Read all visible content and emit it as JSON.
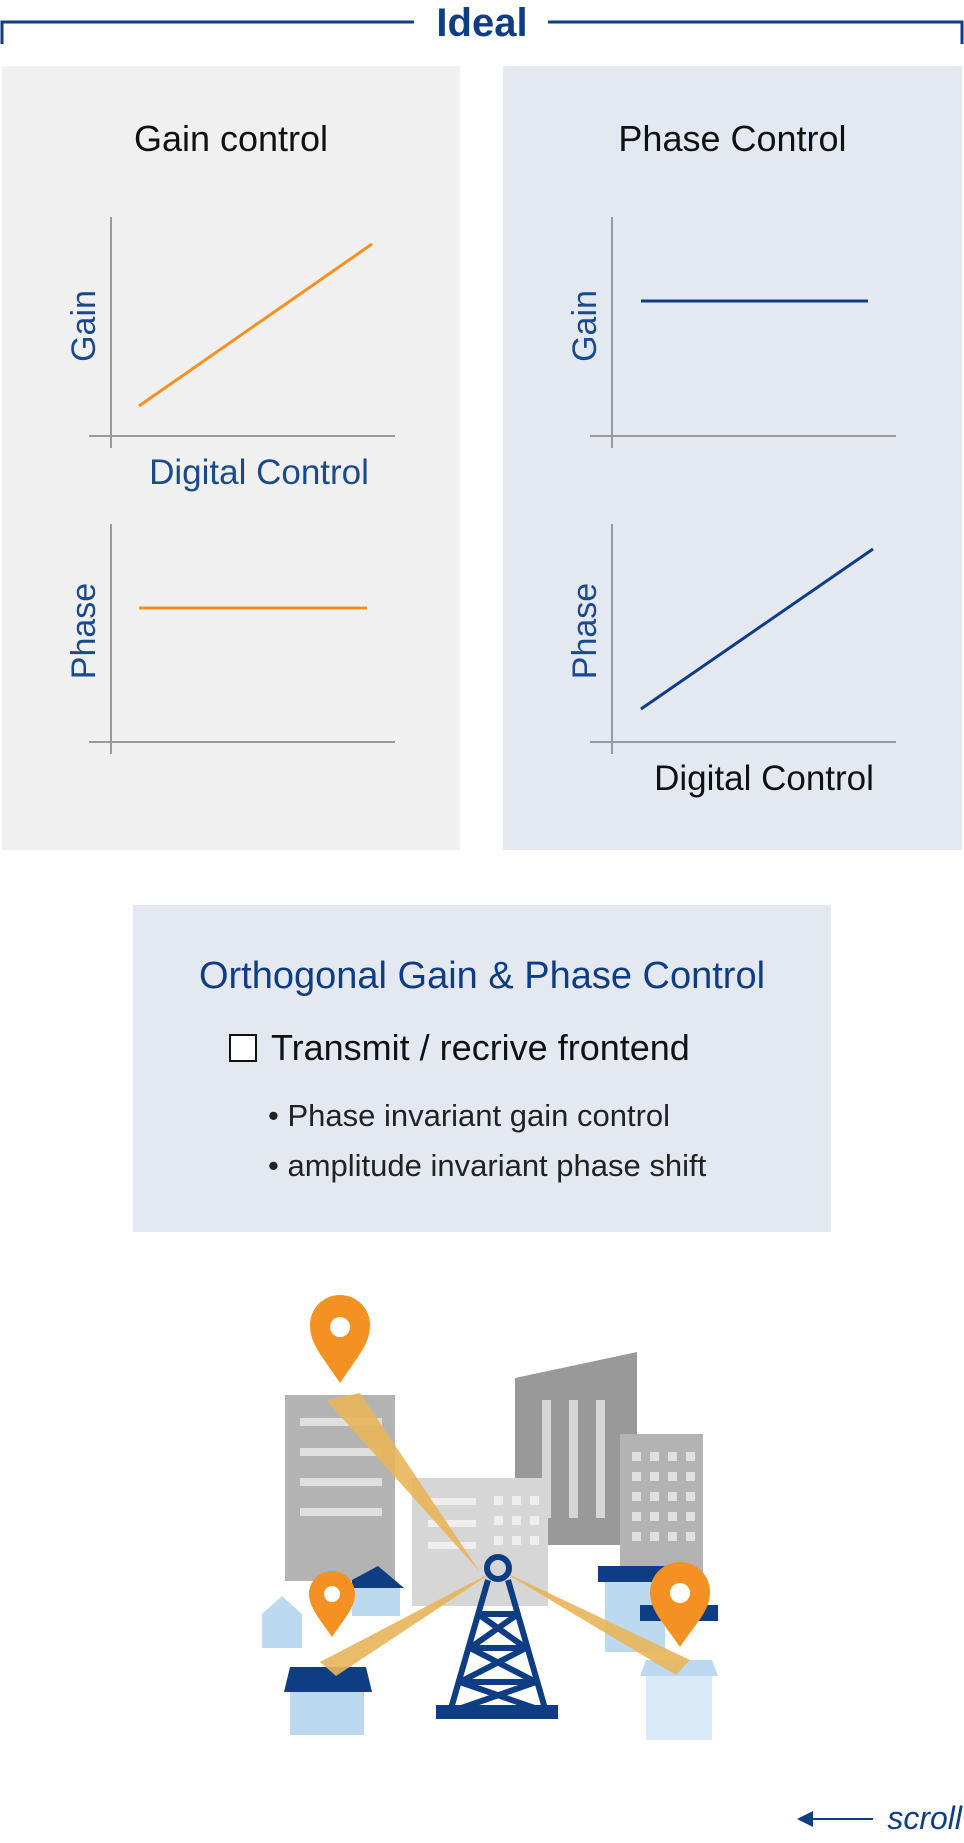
{
  "header": {
    "title": "Ideal"
  },
  "colors": {
    "brand_navy": "#0f3d84",
    "accent_orange": "#f39222",
    "panel_gray": "#f0f0f0",
    "panel_blue": "#e4e9f1",
    "axis_gray": "#9a9a9a"
  },
  "panels": {
    "gain": {
      "title": "Gain control",
      "top_chart": {
        "ylabel": "Gain",
        "xlabel": "Digital Control"
      },
      "bottom_chart": {
        "ylabel": "Phase",
        "xlabel": ""
      }
    },
    "phase": {
      "title": "Phase Control",
      "top_chart": {
        "ylabel": "Gain",
        "xlabel": ""
      },
      "bottom_chart": {
        "ylabel": "Phase",
        "xlabel": "Digital Control"
      }
    }
  },
  "chart_data": [
    {
      "type": "line",
      "panel": "Gain control",
      "xlabel": "Digital Control",
      "ylabel": "Gain",
      "series": [
        {
          "trend": "increasing",
          "color": "#f39222"
        }
      ]
    },
    {
      "type": "line",
      "panel": "Gain control",
      "xlabel": "",
      "ylabel": "Phase",
      "series": [
        {
          "trend": "constant",
          "color": "#f39222"
        }
      ]
    },
    {
      "type": "line",
      "panel": "Phase Control",
      "xlabel": "",
      "ylabel": "Gain",
      "series": [
        {
          "trend": "constant",
          "color": "#0f3d84"
        }
      ]
    },
    {
      "type": "line",
      "panel": "Phase Control",
      "xlabel": "Digital Control",
      "ylabel": "Phase",
      "series": [
        {
          "trend": "increasing",
          "color": "#0f3d84"
        }
      ]
    }
  ],
  "info": {
    "title": "Orthogonal Gain & Phase Control",
    "checkbox_label": "Transmit / recrive frontend",
    "bullets": [
      "Phase invariant gain control",
      "amplitude invariant phase shift"
    ]
  },
  "illustration": {
    "icons": [
      "location-pin-icon",
      "cell-tower-icon",
      "building-icon",
      "house-icon"
    ]
  },
  "footer": {
    "scroll_label": "scroll"
  }
}
